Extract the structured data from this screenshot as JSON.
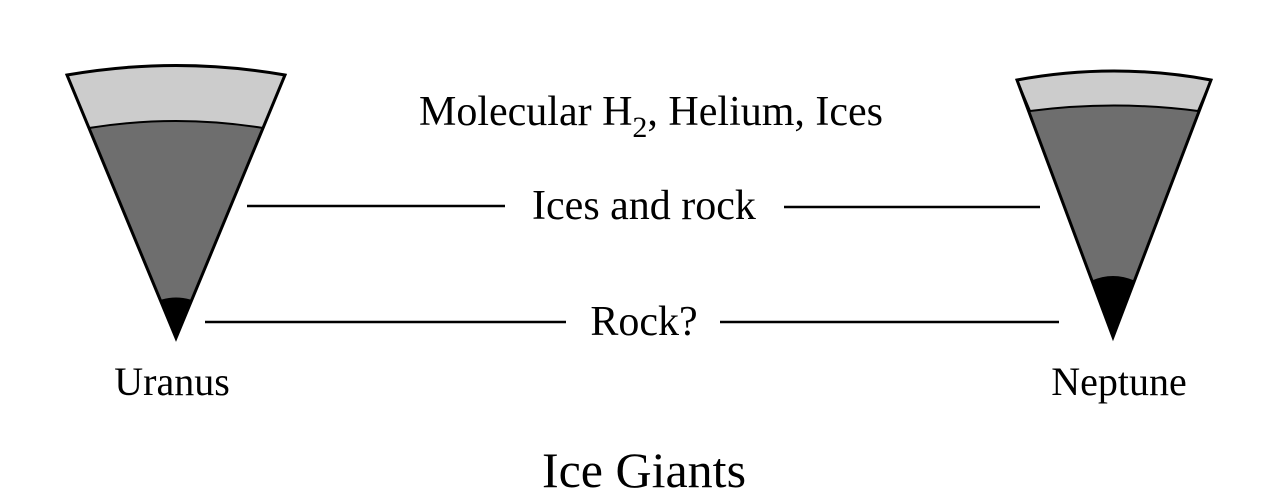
{
  "diagram": {
    "title": "Ice Giants",
    "layers": {
      "outer_prefix": "Molecular H",
      "outer_subscript": "2",
      "outer_suffix": ", Helium, Ices",
      "middle": "Ices and rock",
      "core": "Rock?"
    },
    "planets": [
      {
        "name": "Uranus"
      },
      {
        "name": "Neptune"
      }
    ],
    "colors": {
      "outer_layer": "#cccccc",
      "middle_layer": "#6e6e6e",
      "core": "#000000",
      "outline": "#000000"
    }
  }
}
